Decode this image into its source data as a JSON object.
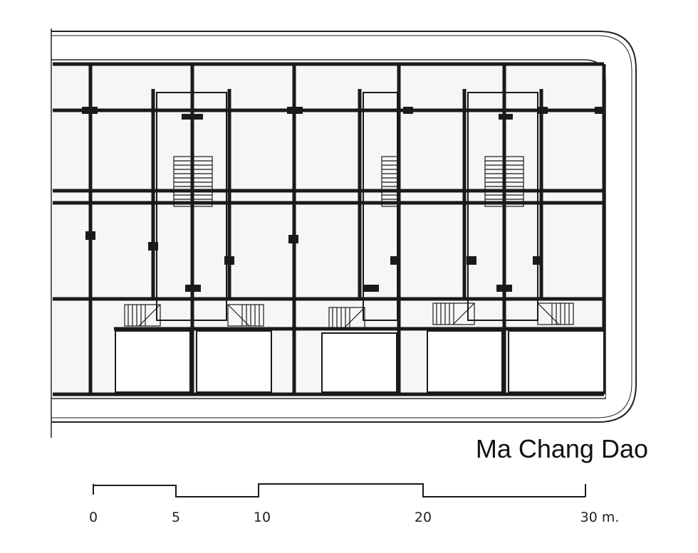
{
  "title": "Ma Chang Dao",
  "scale_bar": {
    "ticks": [
      {
        "value": 0,
        "label": "0"
      },
      {
        "value": 5,
        "label": "5"
      },
      {
        "value": 10,
        "label": "10"
      },
      {
        "value": 20,
        "label": "20"
      },
      {
        "value": 30,
        "label": "30 m."
      }
    ],
    "unit": "m"
  },
  "colors": {
    "ink": "#1a1a1a",
    "paper": "#ffffff",
    "corridor": "#f5f5f5"
  }
}
